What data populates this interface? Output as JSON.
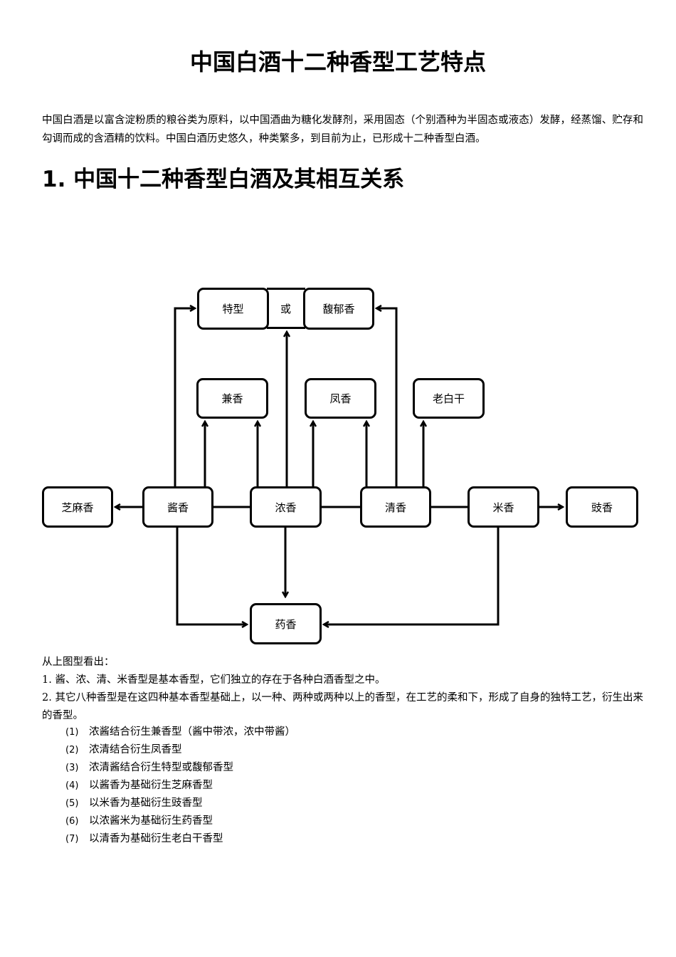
{
  "title": "中国白酒十二种香型工艺特点",
  "intro": "中国白酒是以富含淀粉质的粮谷类为原料，以中国酒曲为糖化发酵剂，采用固态（个别酒种为半固态或液态）发酵，经蒸馏、贮存和勾调而成的含酒精的饮料。中国白酒历史悠久，种类繁多，到目前为止，已形成十二种香型白酒。",
  "section1": "1. 中国十二种香型白酒及其相互关系",
  "diagram": {
    "te": "特型",
    "or": "或",
    "fuyu": "馥郁香",
    "jian": "兼香",
    "feng": "凤香",
    "laobaigan": "老白干",
    "zhima": "芝麻香",
    "jiang": "酱香",
    "nong": "浓香",
    "qing": "清香",
    "mi": "米香",
    "chi": "豉香",
    "yao": "药香"
  },
  "conclusion": {
    "lead": "从上图型看出：",
    "p1": "1. 酱、浓、清、米香型是基本香型，它们独立的存在于各种白酒香型之中。",
    "p2": "2. 其它八种香型是在这四种基本香型基础上，以一种、两种或两种以上的香型，在工艺的柔和下，形成了自身的独特工艺，衍生出来的香型。",
    "items": [
      {
        "num": "(1)",
        "text": "浓酱结合衍生兼香型（酱中带浓，浓中带酱）"
      },
      {
        "num": "(2)",
        "text": "浓清结合衍生凤香型"
      },
      {
        "num": "(3)",
        "text": "浓清酱结合衍生特型或馥郁香型"
      },
      {
        "num": "(4)",
        "text": "以酱香为基础衍生芝麻香型"
      },
      {
        "num": "(5)",
        "text": "以米香为基础衍生豉香型"
      },
      {
        "num": "(6)",
        "text": "以浓酱米为基础衍生药香型"
      },
      {
        "num": "(7)",
        "text": "以清香为基础衍生老白干香型"
      }
    ]
  }
}
